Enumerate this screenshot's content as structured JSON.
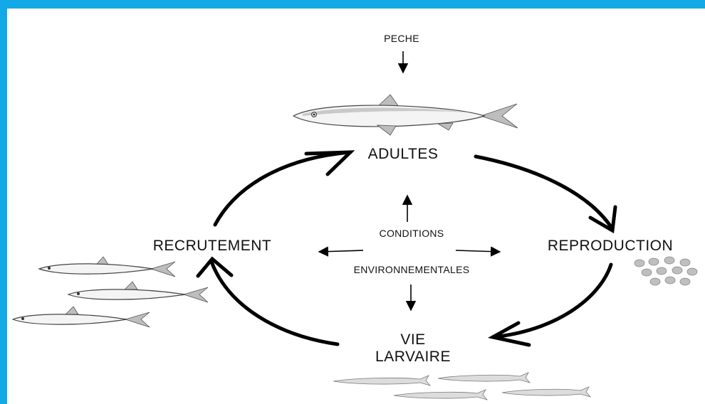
{
  "diagram": {
    "top_label": "PECHE",
    "stages": {
      "adultes": "ADULTES",
      "reproduction": "REPRODUCTION",
      "vie": "VIE",
      "larvaire": "LARVAIRE",
      "recrutement": "RECRUTEMENT"
    },
    "center": {
      "line1": "CONDITIONS",
      "line2": "ENVIRONNEMENTALES"
    },
    "frame_color": "#12a9e6",
    "icons": [
      "adult-fish-icon",
      "eggs-icon",
      "larvae-icon",
      "recruit-fish-icon"
    ]
  }
}
